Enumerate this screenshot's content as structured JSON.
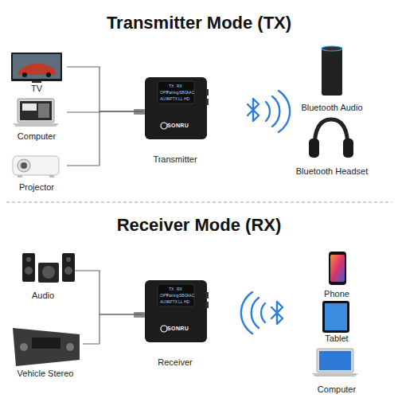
{
  "diagram": {
    "nodes": [
      {
        "text": [
          "TV"
        ]
      },
      {
        "text": [
          "Computer"
        ]
      },
      {
        "text": [
          "Projector"
        ]
      },
      {
        "text": [
          "Transmitter"
        ]
      },
      {
        "text": [
          "Bluetooth Audio"
        ]
      },
      {
        "text": [
          "Bluetooth Headset"
        ]
      },
      {
        "text": [
          "Audio"
        ]
      },
      {
        "text": [
          "Vehicle Stereo"
        ]
      },
      {
        "text": [
          "Receiver"
        ]
      },
      {
        "text": [
          "Phone"
        ]
      },
      {
        "text": [
          "Tablet"
        ]
      },
      {
        "text": [
          "Computer"
        ]
      }
    ],
    "edges": [
      {
        "from": 0,
        "to": 3,
        "arrow": "none"
      },
      {
        "from": 1,
        "to": 3,
        "arrow": "none"
      },
      {
        "from": 2,
        "to": 3,
        "arrow": "none"
      },
      {
        "from": 6,
        "to": 8,
        "arrow": "none"
      },
      {
        "from": 7,
        "to": 8,
        "arrow": "none"
      }
    ],
    "labels": [
      "Transmitter Mode (TX)",
      "Receiver Mode (RX)",
      "TX",
      "RX",
      "OPT",
      "Pairing",
      "SBC",
      "AAC",
      "AUX",
      "APTX",
      "LL",
      "HD",
      "SONRU",
      "TX",
      "RX",
      "OPT",
      "Pairing",
      "SBC",
      "AAC",
      "AUX",
      "APTX",
      "LL",
      "HD",
      "SONRU"
    ]
  }
}
